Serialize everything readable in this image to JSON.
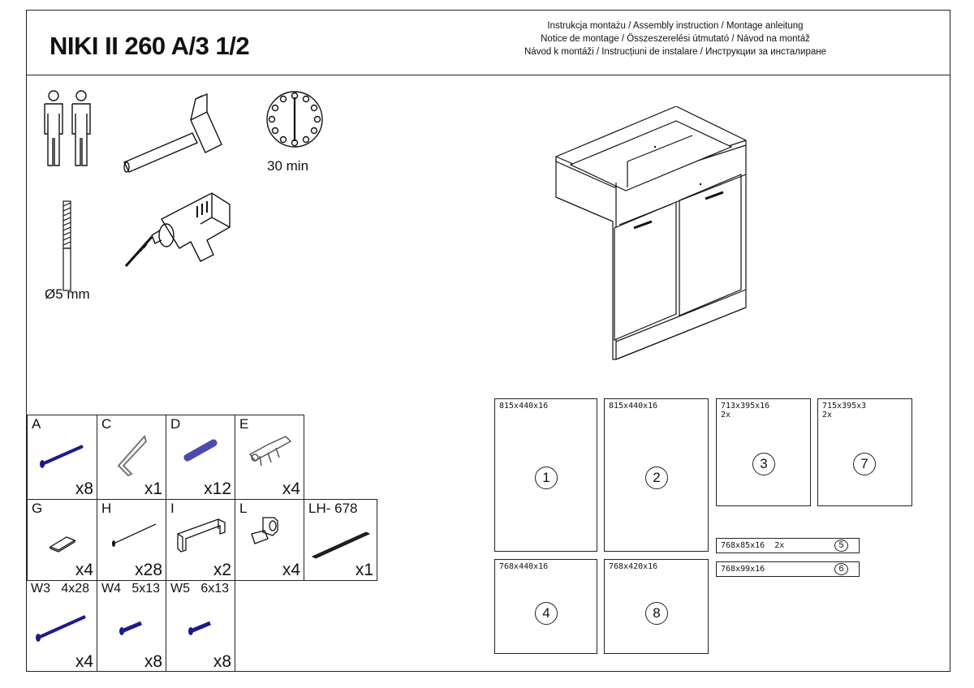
{
  "header": {
    "title": "NIKI II 260 A/3 1/2",
    "instructions": [
      "Instrukcja montażu / Assembly instruction / Montage anleitung",
      "Notice de montage / Összeszerelési útmutató / Návod na montáž",
      "Návod k montáži / Instrucțiuni de instalare / Инструкции за инсталиране"
    ]
  },
  "tools": {
    "time": "30 min",
    "drill_bit": "Ø5 mm",
    "icons": [
      "two-people-icon",
      "hammer-icon",
      "clock-icon",
      "drill-bit-icon",
      "power-drill-icon"
    ]
  },
  "hardware": [
    {
      "code": "A",
      "qty": "x8",
      "icon": "screw-icon"
    },
    {
      "code": "C",
      "qty": "x1",
      "icon": "allen-key-icon"
    },
    {
      "code": "D",
      "qty": "x12",
      "icon": "dowel-icon"
    },
    {
      "code": "E",
      "qty": "x4",
      "icon": "hinge-icon"
    },
    {
      "code": "G",
      "qty": "x4",
      "icon": "pad-icon"
    },
    {
      "code": "H",
      "qty": "x28",
      "icon": "nail-icon"
    },
    {
      "code": "I",
      "qty": "x2",
      "icon": "handle-icon"
    },
    {
      "code": "L",
      "qty": "x4",
      "icon": "shelf-support-icon"
    },
    {
      "code": "LH- 678",
      "qty": "x1",
      "icon": "rail-icon"
    },
    {
      "code": "W3   4x28",
      "qty": "x4",
      "icon": "long-screw-icon"
    },
    {
      "code": "W4   5x13",
      "qty": "x8",
      "icon": "short-screw-icon"
    },
    {
      "code": "W5   6x13",
      "qty": "x8",
      "icon": "short-screw-icon"
    }
  ],
  "panels": [
    {
      "num": "1",
      "dim": "815x440x16"
    },
    {
      "num": "2",
      "dim": "815x440x16"
    },
    {
      "num": "3",
      "dim": "713x395x16",
      "count": "2x"
    },
    {
      "num": "7",
      "dim": "715x395x3",
      "count": "2x"
    },
    {
      "num": "5",
      "dim": "768x85x16  2x"
    },
    {
      "num": "6",
      "dim": "768x99x16"
    },
    {
      "num": "4",
      "dim": "768x440x16"
    },
    {
      "num": "8",
      "dim": "768x420x16"
    }
  ]
}
